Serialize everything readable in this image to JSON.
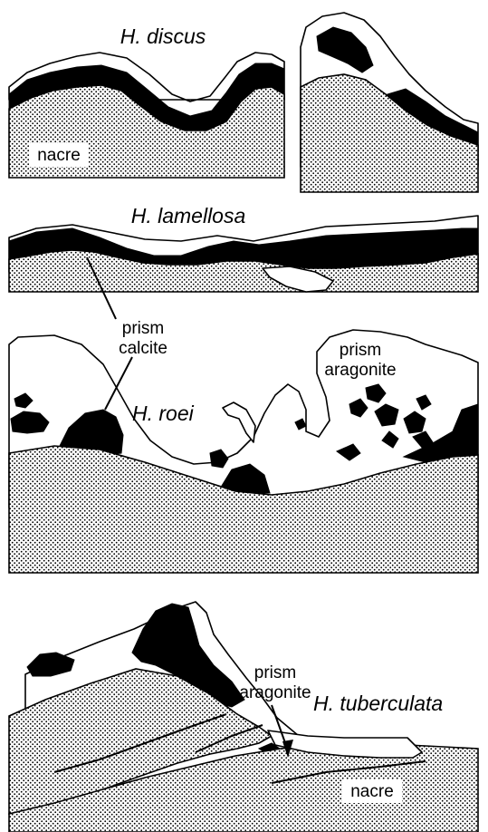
{
  "panels": [
    {
      "species": "H. discus",
      "labels": [
        "nacre"
      ]
    },
    {
      "species": "H. lamellosa",
      "labels": []
    },
    {
      "species": "H. roei",
      "labels": [
        "prism calcite",
        "prism aragonite"
      ]
    },
    {
      "species": "H. tuberculata",
      "labels": [
        "prism aragonite",
        "nacre"
      ]
    }
  ],
  "text": {
    "discus": "H. discus",
    "nacre_top": "nacre",
    "lamellosa": "H. lamellosa",
    "prism_calcite_1": "prism",
    "prism_calcite_2": "calcite",
    "prism_aragonite_roei_1": "prism",
    "prism_aragonite_roei_2": "aragonite",
    "roei": "H. roei",
    "prism_aragonite_tub_1": "prism",
    "prism_aragonite_tub_2": "aragonite",
    "tuberculata": "H. tuberculata",
    "nacre_bottom": "nacre"
  },
  "legend": {
    "nacre_fill": "stippled",
    "prism_calcite_fill": "#000000",
    "prism_aragonite_fill": "#ffffff"
  }
}
